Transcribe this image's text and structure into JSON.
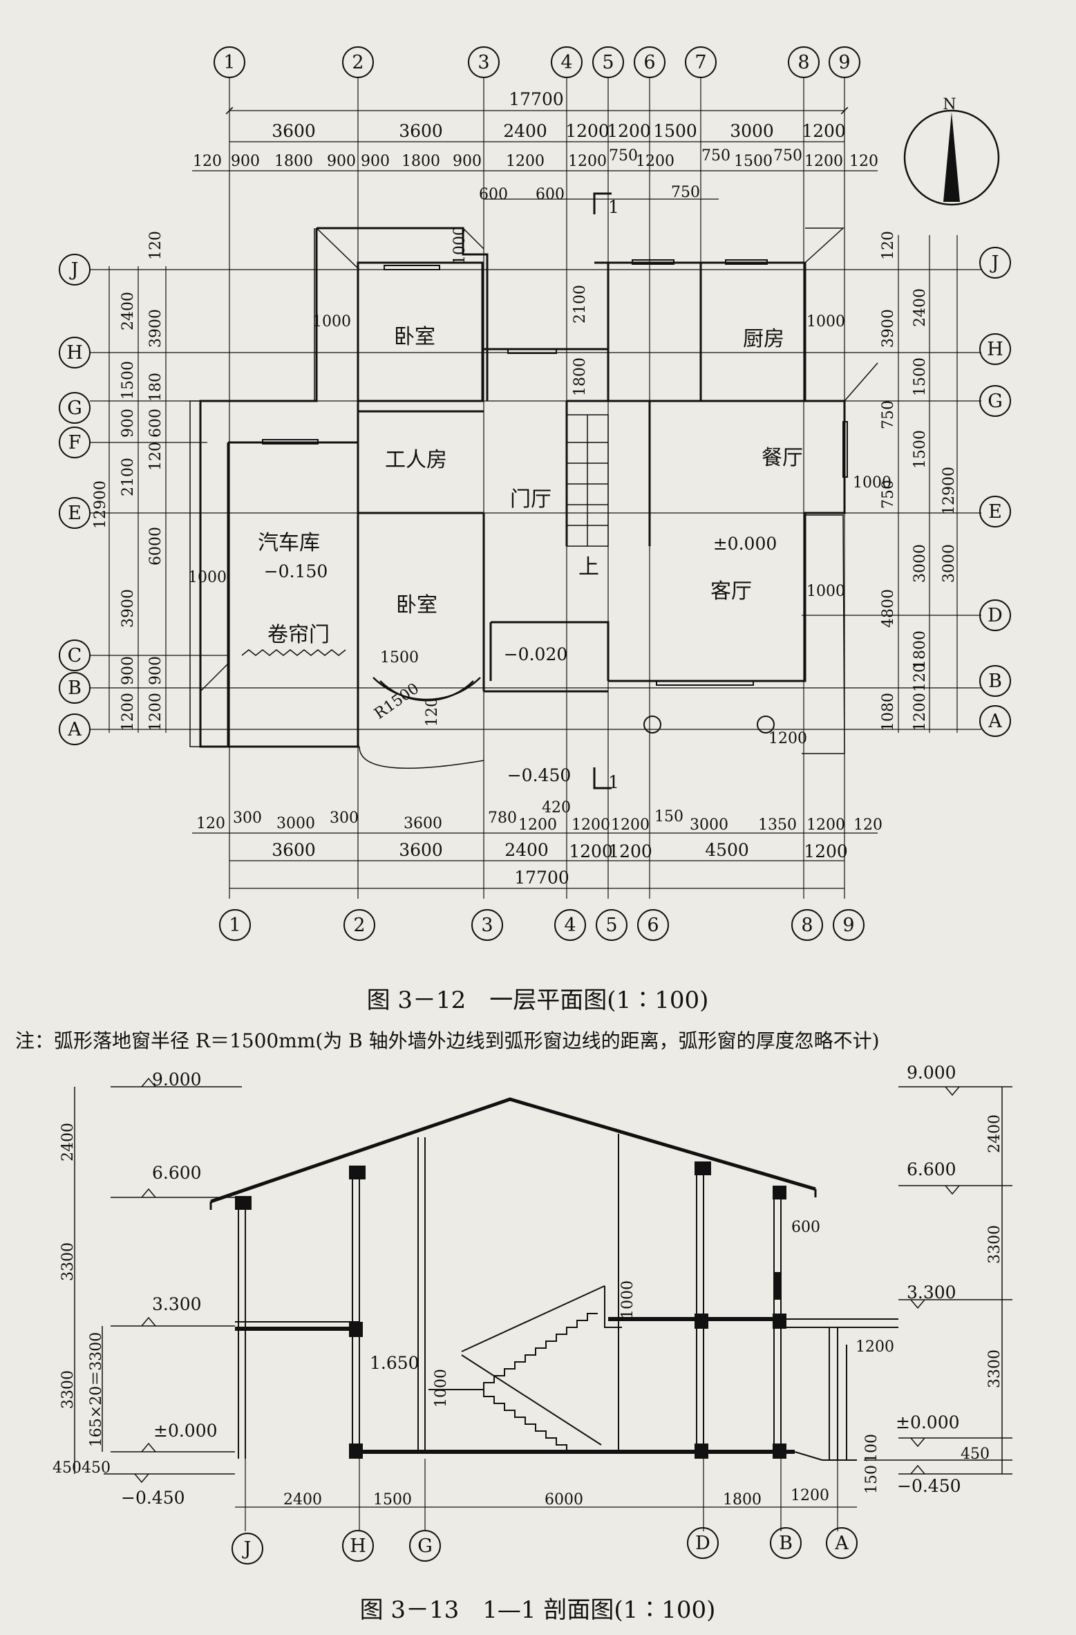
{
  "plan": {
    "axes_top": [
      "1",
      "2",
      "3",
      "4",
      "5",
      "6",
      "7",
      "8",
      "9"
    ],
    "axes_bottom": [
      "1",
      "2",
      "3",
      "4",
      "5",
      "6",
      "8",
      "9"
    ],
    "axes_left": [
      "J",
      "H",
      "G",
      "F",
      "E",
      "C",
      "B",
      "A"
    ],
    "axes_right": [
      "J",
      "H",
      "G",
      "E",
      "D",
      "B",
      "A"
    ],
    "top_total": "17700",
    "top_row2": [
      "3600",
      "3600",
      "2400",
      "1200",
      "1200",
      "1500",
      "3000",
      "1200"
    ],
    "top_row3": [
      "120",
      "900",
      "1800",
      "900",
      "900",
      "1800",
      "900",
      "1200",
      "1200",
      "750",
      "1200",
      "750",
      "1500",
      "750",
      "1200",
      "120"
    ],
    "top_row4": [
      "600",
      "600",
      "750"
    ],
    "bottom_row1": [
      "120",
      "300",
      "3000",
      "300",
      "3600",
      "780",
      "1200",
      "420",
      "1200",
      "1200",
      "150",
      "3000",
      "1350",
      "1200",
      "120"
    ],
    "bottom_row2": [
      "3600",
      "3600",
      "2400",
      "1200",
      "1200",
      "4500",
      "1200"
    ],
    "bottom_total": "17700",
    "left_outer": [
      "2400",
      "1500",
      "900",
      "2100",
      "6000",
      "900",
      "1200"
    ],
    "left_outer_total": "12900",
    "left_inner": [
      "120",
      "3900",
      "180",
      "600",
      "120",
      "3900",
      "900",
      "1200"
    ],
    "right_inner": [
      "120",
      "2400",
      "1500",
      "750",
      "1500",
      "3000",
      "750",
      "4800",
      "1800",
      "120",
      "1200"
    ],
    "right_mid": [
      "3900",
      "3000",
      "1080"
    ],
    "right_outer_total": "12900",
    "rooms": {
      "bedroom_top": "卧室",
      "worker_room": "工人房",
      "garage": "汽车库",
      "garage_level": "−0.150",
      "bedroom_bottom": "卧室",
      "rolling_door": "卷帘门",
      "hall": "门厅",
      "kitchen": "厨房",
      "dining": "餐厅",
      "living": "客厅",
      "living_level": "±0.000",
      "stair_up": "上",
      "porch_level": "−0.020",
      "outside_level": "−0.450"
    },
    "inside_dims": {
      "d1000_a": "1000",
      "d1000_b": "1000",
      "d1000_c": "1000",
      "d1000_d": "1000",
      "d1000_e": "1000",
      "d1000_f": "1000",
      "d2100": "2100",
      "d1800": "1800",
      "d1500": "1500",
      "radius": "R1500",
      "d120": "120",
      "d1200": "1200"
    },
    "section_mark": "1",
    "north": "N"
  },
  "caption_plan": "图 3－12　一层平面图(1∶100)",
  "note": "注：弧形落地窗半径 R＝1500mm(为 B 轴外墙外边线到弧形窗边线的距离，弧形窗的厚度忽略不计)",
  "section": {
    "levels_left": [
      "9.000",
      "6.600",
      "3.300",
      "±0.000",
      "−0.450"
    ],
    "levels_right": [
      "9.000",
      "6.600",
      "3.300",
      "±0.000",
      "−0.450"
    ],
    "mid_level": "1.650",
    "left_dims": [
      "2400",
      "3300",
      "3300",
      "450"
    ],
    "left_stairs": "165×20＝3300",
    "left_450": "450",
    "right_dims": [
      "2400",
      "3300",
      "3300",
      "100",
      "150"
    ],
    "right_450": "450",
    "inner_dims": [
      "600",
      "1000",
      "1000",
      "1200"
    ],
    "bottom_dims": [
      "2400",
      "1500",
      "6000",
      "1800",
      "1200"
    ],
    "axes": [
      "J",
      "H",
      "G",
      "D",
      "B",
      "A"
    ]
  },
  "caption_section": "图 3－13　1—1 剖面图(1∶100)"
}
